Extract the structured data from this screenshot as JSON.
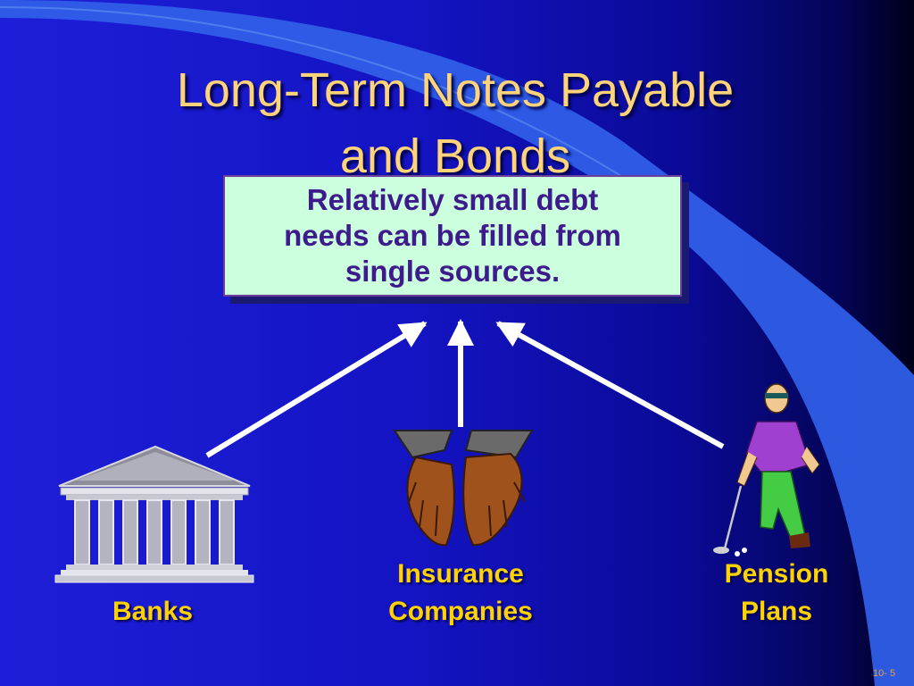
{
  "slide": {
    "title_line1": "Long-Term Notes Payable",
    "title_line2": "and Bonds",
    "callout_line1": "Relatively small debt",
    "callout_line2": "needs can be filled from",
    "callout_line3": "single sources.",
    "page_number": "10- 5"
  },
  "sources": [
    {
      "line1": "Banks",
      "line2": "",
      "icon": "bank-building-icon"
    },
    {
      "line1": "Insurance",
      "line2": "Companies",
      "icon": "open-hands-icon"
    },
    {
      "line1": "Pension",
      "line2": "Plans",
      "icon": "golfer-icon"
    }
  ],
  "colors": {
    "title": "#ffd37a",
    "labels": "#ffd200",
    "callout_bg": "#ccffdd",
    "callout_text": "#3e1b8c",
    "arrows": "#ffffff"
  }
}
